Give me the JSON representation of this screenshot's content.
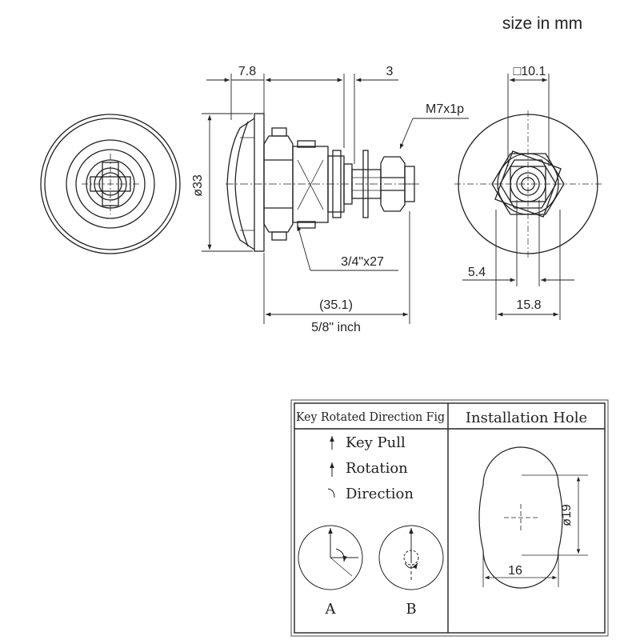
{
  "header": {
    "units_note": "size in mm"
  },
  "dimensions": {
    "flange_thickness": "7.8",
    "gap": "3",
    "thread_small": "M7x1p",
    "diameter": "ø33",
    "thread_large": "3/4\"x27",
    "length": "(35.1)",
    "length_inch": "5/8\" inch",
    "square": "□10.1",
    "cam_offset": "5.4",
    "hex_width": "15.8"
  },
  "table": {
    "col1_title": "Key Rotated Direction Fig",
    "col2_title": "Installation Hole",
    "legend": [
      "Key Pull",
      "Rotation",
      "Direction"
    ],
    "label_a": "A",
    "label_b": "B",
    "hole_diameter": "ø19",
    "hole_width": "16"
  }
}
